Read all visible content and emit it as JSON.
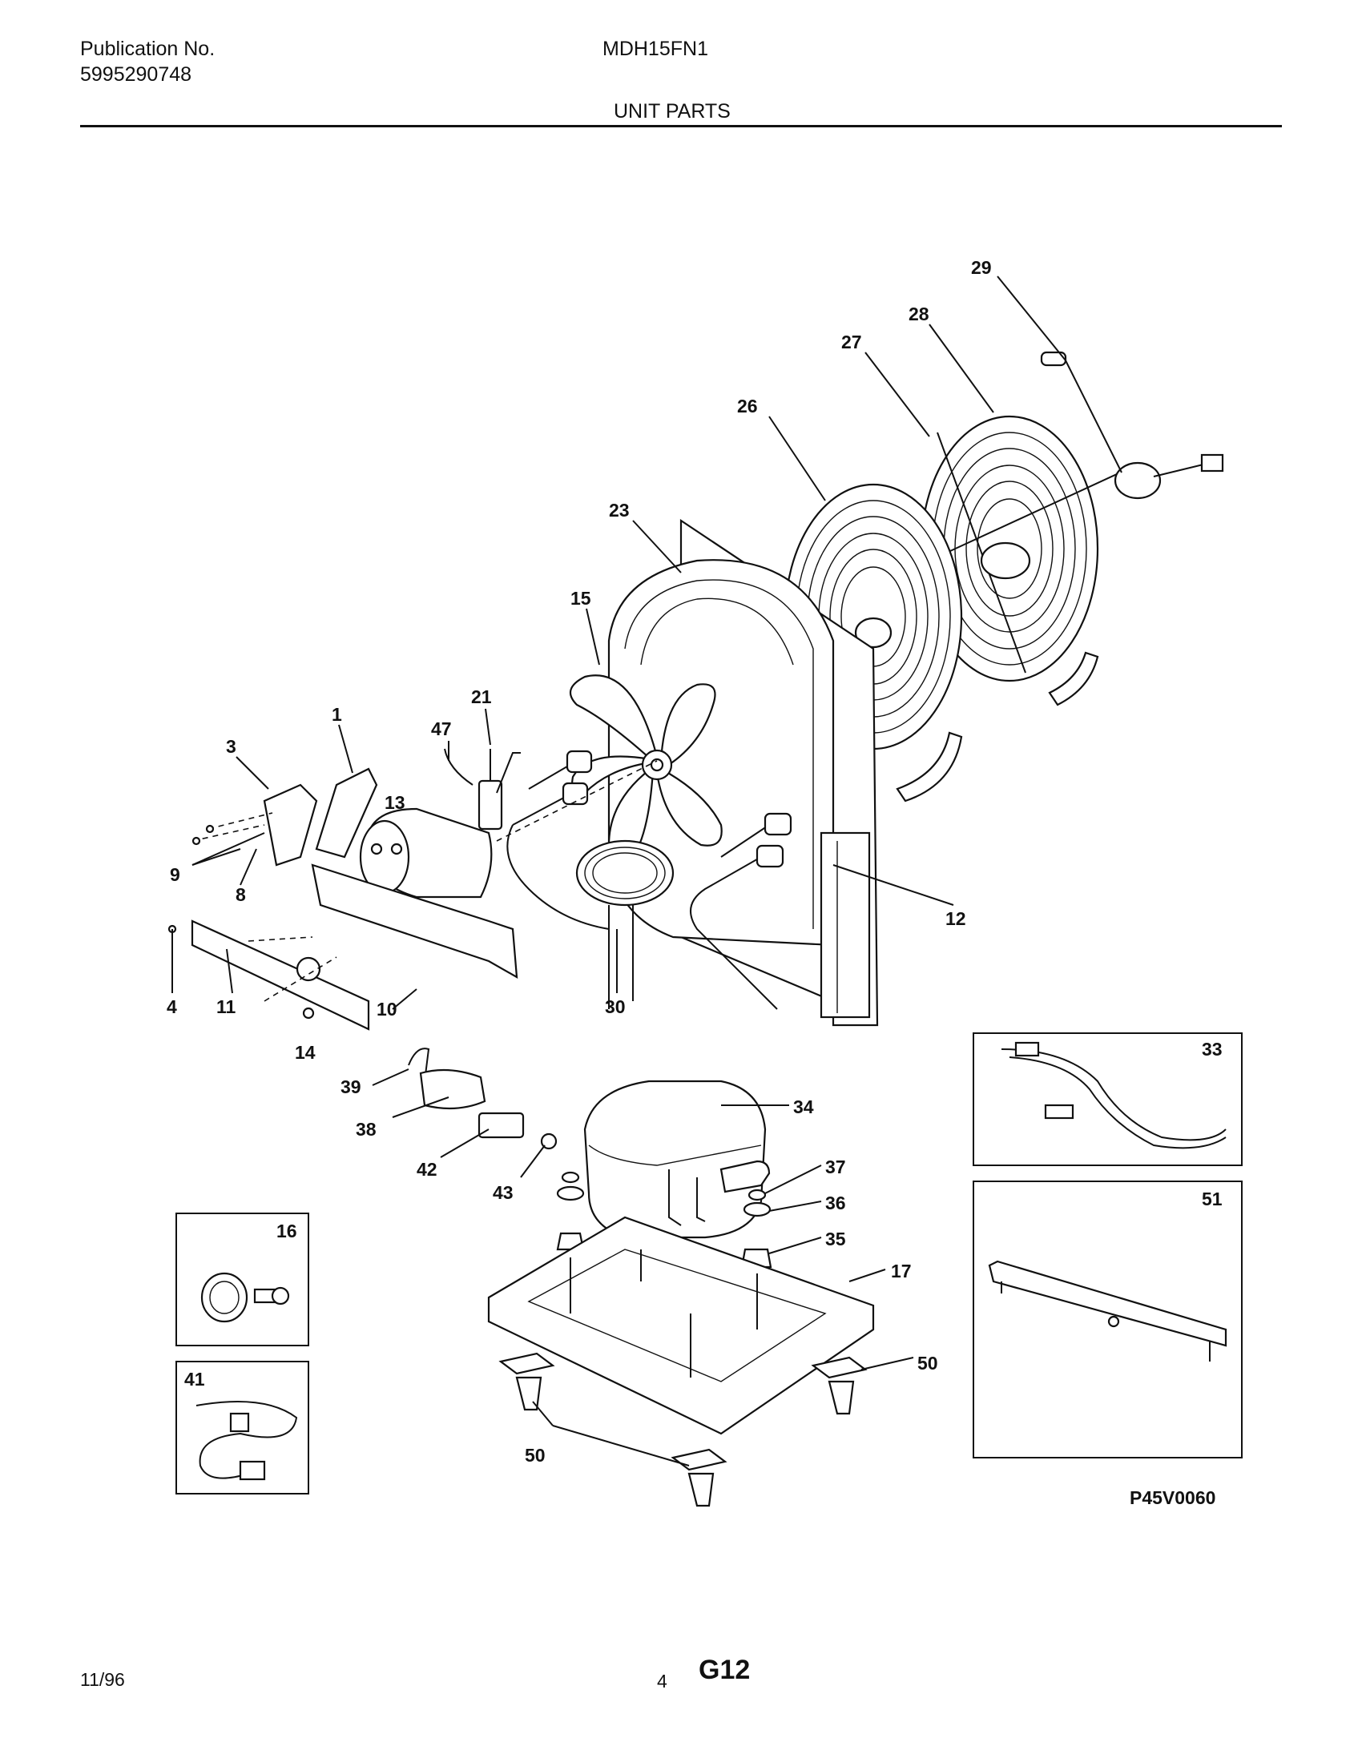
{
  "header": {
    "publication_label": "Publication No.",
    "publication_number": "5995290748",
    "model": "MDH15FN1",
    "section_title": "UNIT PARTS"
  },
  "footer": {
    "date": "11/96",
    "page_number": "4",
    "code": "G12"
  },
  "diagram": {
    "drawing_number": "P45V0060",
    "callouts": {
      "c1": "1",
      "c3": "3",
      "c4": "4",
      "c8": "8",
      "c9": "9",
      "c10": "10",
      "c11": "11",
      "c12": "12",
      "c13": "13",
      "c14": "14",
      "c15": "15",
      "c16": "16",
      "c17": "17",
      "c21": "21",
      "c23": "23",
      "c26": "26",
      "c27": "27",
      "c28": "28",
      "c29": "29",
      "c30": "30",
      "c33": "33",
      "c34": "34",
      "c35": "35",
      "c36": "36",
      "c37": "37",
      "c38": "38",
      "c39": "39",
      "c41": "41",
      "c42": "42",
      "c43": "43",
      "c47": "47",
      "c50a": "50",
      "c50b": "50",
      "c51": "51"
    }
  }
}
